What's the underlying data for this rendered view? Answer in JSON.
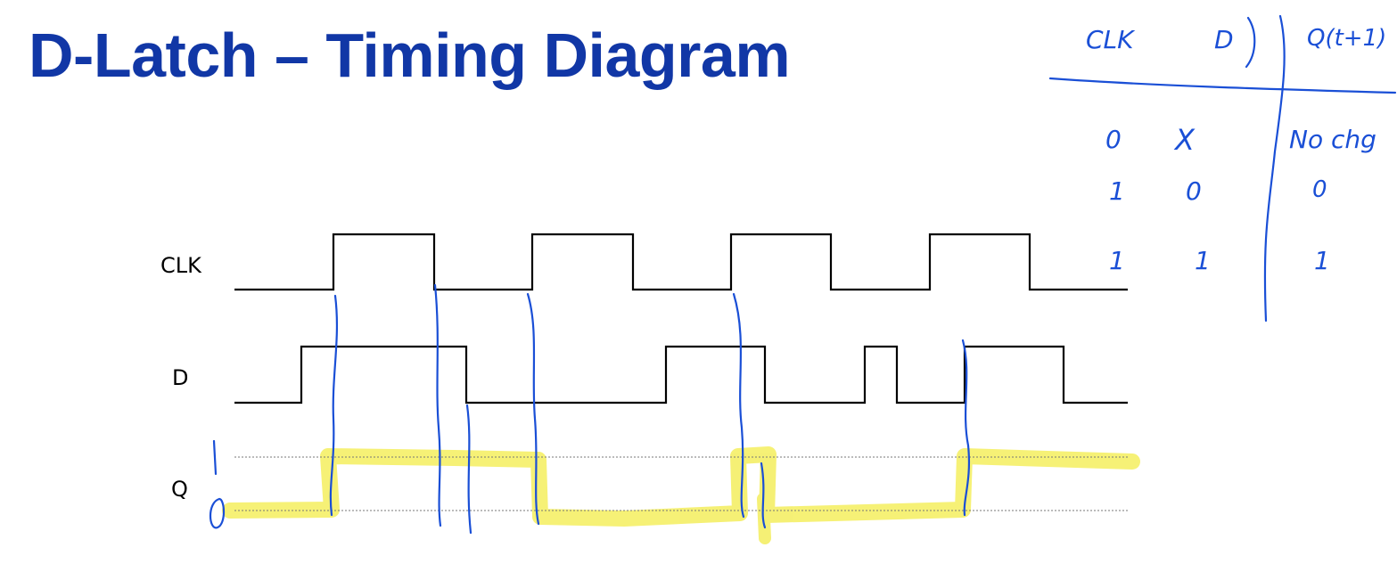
{
  "title": "D-Latch – Timing Diagram",
  "signals": [
    {
      "name": "CLK",
      "transitions": [
        "0",
        "1",
        "0",
        "1",
        "0",
        "1",
        "0",
        "1",
        "0"
      ]
    },
    {
      "name": "D",
      "transitions": [
        "0",
        "1",
        "0",
        "1",
        "0",
        "1",
        "0",
        "1",
        "0"
      ]
    },
    {
      "name": "Q",
      "transitions": []
    }
  ],
  "truth_table": {
    "headers": [
      "CLK",
      "D",
      "Q(t+1)"
    ],
    "rows": [
      [
        "0",
        "X",
        "No chg"
      ],
      [
        "1",
        "0",
        "0"
      ],
      [
        "1",
        "1",
        "1"
      ]
    ]
  },
  "q_levels": [
    "1",
    "0"
  ],
  "colors": {
    "title": "#1137a6",
    "pen": "#1a4fd6",
    "highlight": "#f4ee5e",
    "waveform": "#000000"
  }
}
